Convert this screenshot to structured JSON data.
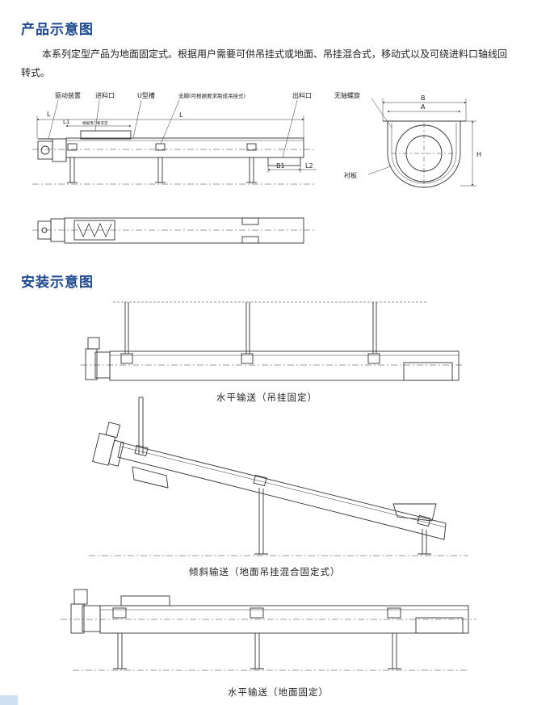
{
  "headings": {
    "product": "产品示意图",
    "install": "安装示意图"
  },
  "intro": "本系列定型产品为地面固定式。根据用户需要可供吊挂式或地面、吊挂混合式，移动式以及可绕进料口轴线回转式。",
  "diagram_labels": {
    "drive": "驱动装置",
    "inlet": "进料口",
    "trough": "U型槽",
    "support": "支脚(可根据要求制成吊挂式)",
    "outlet": "出料口",
    "shaftless_spiral": "无轴螺旋",
    "liner": "衬板",
    "l_small": "L",
    "l_big": "L",
    "l1": "L1",
    "l2": "L2",
    "b1": "B1",
    "note_small": "根据用户要求定",
    "b": "B",
    "a": "A",
    "h": "H"
  },
  "captions": {
    "hanging": "水平输送（吊挂固定）",
    "inclined": "倾斜输送（地面吊挂混合固定式）",
    "ground": "水平输送（地面固定）"
  },
  "colors": {
    "heading": "#1f4a8f",
    "line": "#333333",
    "thin": "#555555"
  }
}
